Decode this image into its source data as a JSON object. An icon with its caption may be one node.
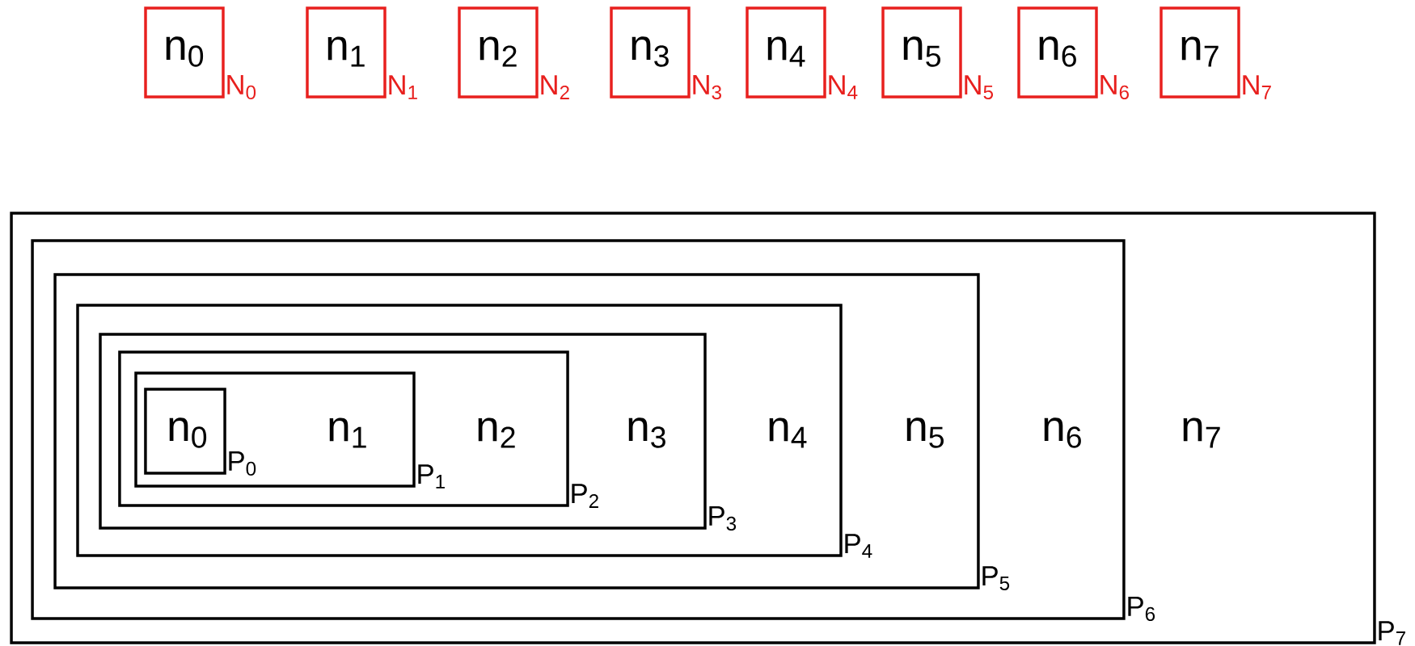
{
  "diagram": {
    "nodes": [
      {
        "text": [
          "n$_{0}$"
        ],
        "beside": [
          "N$_{0}$"
        ]
      },
      {
        "text": [
          "n$_{1}$"
        ],
        "beside": [
          "N$_{1}$"
        ]
      },
      {
        "text": [
          "n$_{2}$"
        ],
        "beside": [
          "N$_{2}$"
        ]
      },
      {
        "text": [
          "n$_{3}$"
        ],
        "beside": [
          "N$_{3}$"
        ]
      },
      {
        "text": [
          "n$_{4}$"
        ],
        "beside": [
          "N$_{4}$"
        ]
      },
      {
        "text": [
          "n$_{5}$"
        ],
        "beside": [
          "N$_{5}$"
        ]
      },
      {
        "text": [
          "n$_{6}$"
        ],
        "beside": [
          "N$_{6}$"
        ]
      },
      {
        "text": [
          "n$_{7}$"
        ],
        "beside": [
          "N$_{7}$"
        ]
      },
      {
        "text": [
          "n$_{7}$"
        ],
        "beside": [
          "P$_{7}$"
        ]
      },
      {
        "text": [
          "n$_{6}$"
        ],
        "beside": [
          "P$_{6}$"
        ],
        "in": 8
      },
      {
        "text": [
          "n$_{5}$"
        ],
        "beside": [
          "P$_{5}$"
        ],
        "in": 9
      },
      {
        "text": [
          "n$_{4}$"
        ],
        "beside": [
          "P$_{4}$"
        ],
        "in": 10
      },
      {
        "text": [
          "n$_{3}$"
        ],
        "beside": [
          "P$_{3}$"
        ],
        "in": 11
      },
      {
        "text": [
          "n$_{2}$"
        ],
        "beside": [
          "P$_{2}$"
        ],
        "in": 12
      },
      {
        "text": [
          "n$_{1}$"
        ],
        "beside": [
          "P$_{1}$"
        ],
        "in": 13
      },
      {
        "text": [
          "n$_{0}$"
        ],
        "beside": [
          "P$_{0}$"
        ],
        "in": 14
      }
    ]
  }
}
